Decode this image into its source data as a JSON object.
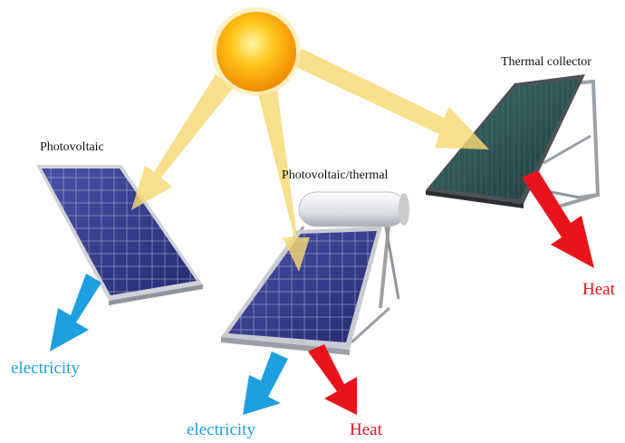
{
  "labels": {
    "photovoltaic": "Photovoltaic",
    "pvt": "Photovoltaic/thermal",
    "thermal": "Thermal collector",
    "electricity_left": "electricity",
    "electricity_center": "electricity",
    "heat_center": "Heat",
    "heat_right": "Heat"
  },
  "icons": {
    "sun": "sun-icon",
    "pv_panel": "photovoltaic-panel-icon",
    "pvt_panel": "pvt-panel-icon",
    "thermal_panel": "thermal-collector-icon"
  },
  "colors": {
    "sun_ray": "#f6d873",
    "electricity": "#1e9fe0",
    "heat": "#e8141b",
    "pv_cell": "#343b8f",
    "thermal_glass": "#2e5854"
  }
}
